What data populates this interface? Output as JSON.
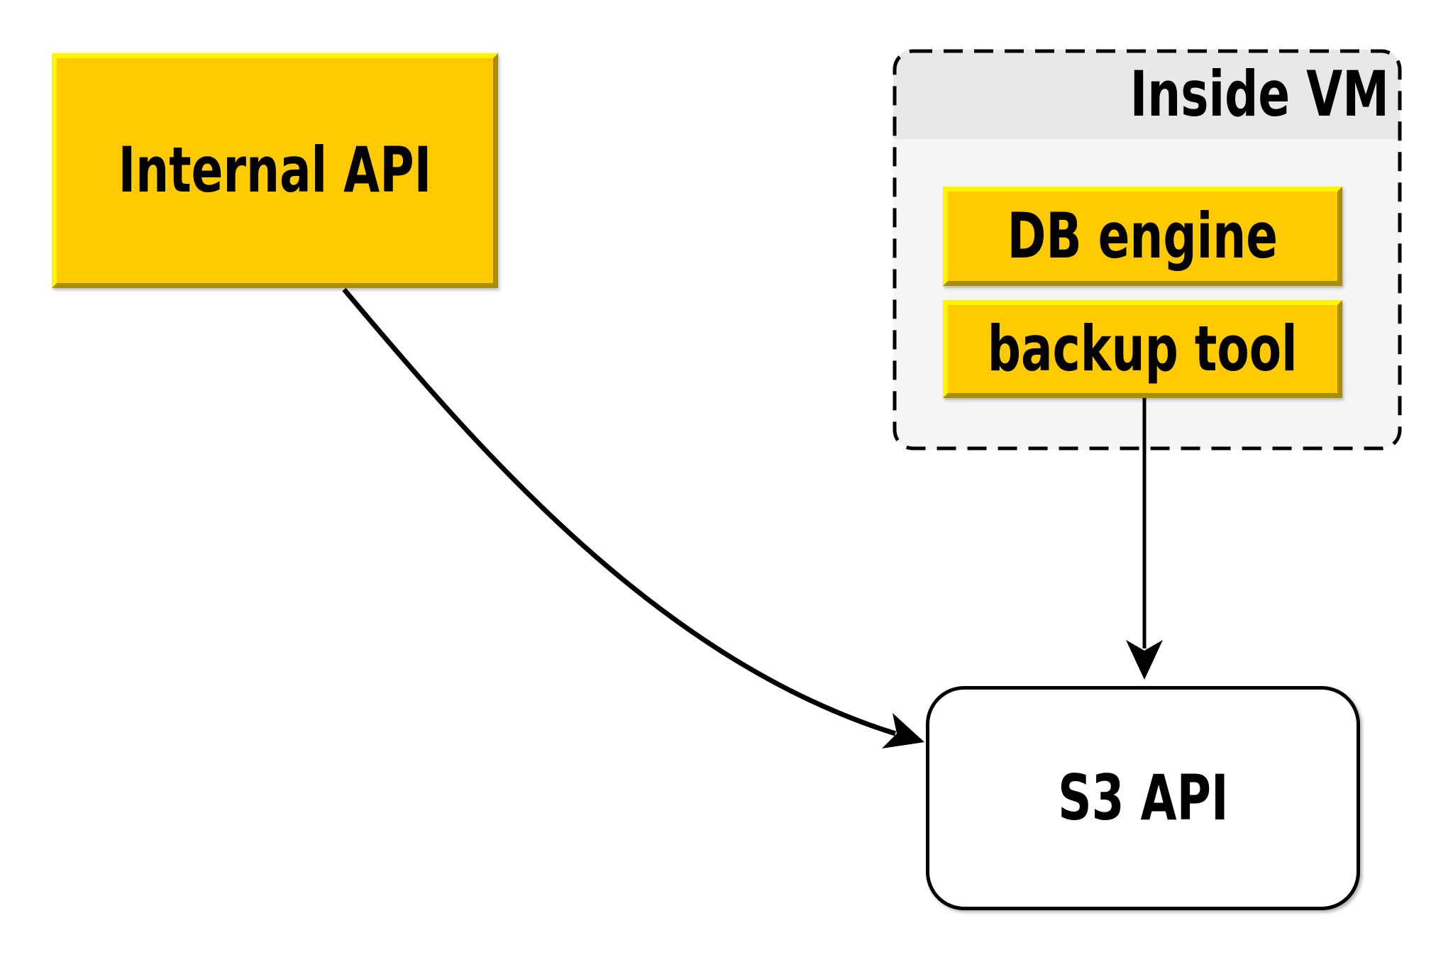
{
  "diagram": {
    "nodes": {
      "internal_api": {
        "label": "Internal API",
        "shape": "box",
        "fill": "#FFCA00"
      },
      "db_engine": {
        "label": "DB engine",
        "shape": "box",
        "fill": "#FFCA00"
      },
      "backup_tool": {
        "label": "backup tool",
        "shape": "box",
        "fill": "#FFCA00"
      },
      "s3_api": {
        "label": "S3 API",
        "shape": "rounded-box",
        "fill": "#FFFFFF"
      }
    },
    "cluster": {
      "label": "Inside VM",
      "contains": [
        "DB engine",
        "backup tool"
      ],
      "header_color": "#E8E8E8",
      "body_color": "#F5F5F5",
      "border_style": "dashed"
    },
    "edges": [
      {
        "from": "Internal API",
        "to": "S3 API",
        "style": "curved-arrow"
      },
      {
        "from": "backup tool",
        "to": "S3 API",
        "style": "straight-arrow"
      }
    ],
    "colors": {
      "node_fill": "#FFCA00",
      "node_bevel_light": "#FFF500",
      "node_bevel_dark": "#A88F00",
      "cluster_header": "#E8E8E8",
      "cluster_body": "#F5F5F5",
      "edge": "#000000",
      "background": "#FFFFFF",
      "text": "#000000"
    }
  }
}
